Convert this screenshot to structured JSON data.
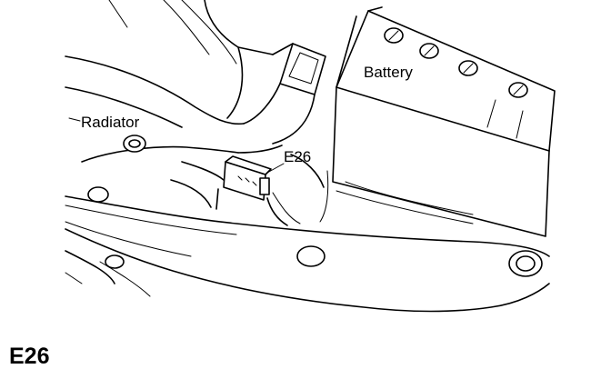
{
  "labels": {
    "battery": "Battery",
    "radiator": "Radiator",
    "connector": "E26"
  },
  "caption": "E26",
  "colors": {
    "line": "#000000",
    "background": "#ffffff"
  }
}
